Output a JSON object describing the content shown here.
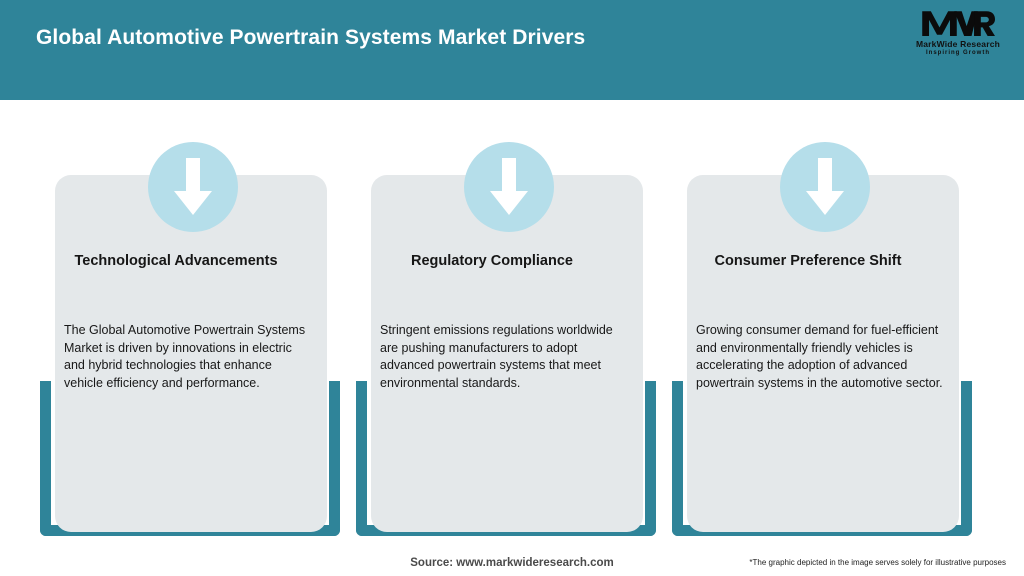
{
  "header": {
    "title": "Global Automotive Powertrain Systems Market Drivers",
    "background_color": "#2F8499",
    "title_color": "#FFFFFF"
  },
  "logo": {
    "mark_text": "MWR",
    "name": "MarkWide Research",
    "tagline": "Inspiring Growth"
  },
  "cards": [
    {
      "icon": "down-arrow-icon",
      "title": "Technological Advancements",
      "body": "The Global Automotive Powertrain Systems Market is driven by innovations in electric and hybrid technologies that enhance vehicle efficiency and performance."
    },
    {
      "icon": "down-arrow-icon",
      "title": "Regulatory Compliance",
      "body": "Stringent emissions regulations worldwide are pushing manufacturers to adopt advanced powertrain systems that meet environmental standards."
    },
    {
      "icon": "down-arrow-icon",
      "title": "Consumer Preference Shift",
      "body": "Growing consumer demand for fuel-efficient and environmentally friendly vehicles is accelerating the adoption of advanced powertrain systems in the automotive sector."
    }
  ],
  "footer": {
    "source": "Source: www.markwideresearch.com",
    "disclaimer": "*The graphic depicted in the image serves solely for illustrative purposes"
  },
  "colors": {
    "teal": "#2F8499",
    "card_background": "#E4E8EA",
    "circle_blue": "#B5DEEA",
    "page_background": "#FFFFFF"
  }
}
